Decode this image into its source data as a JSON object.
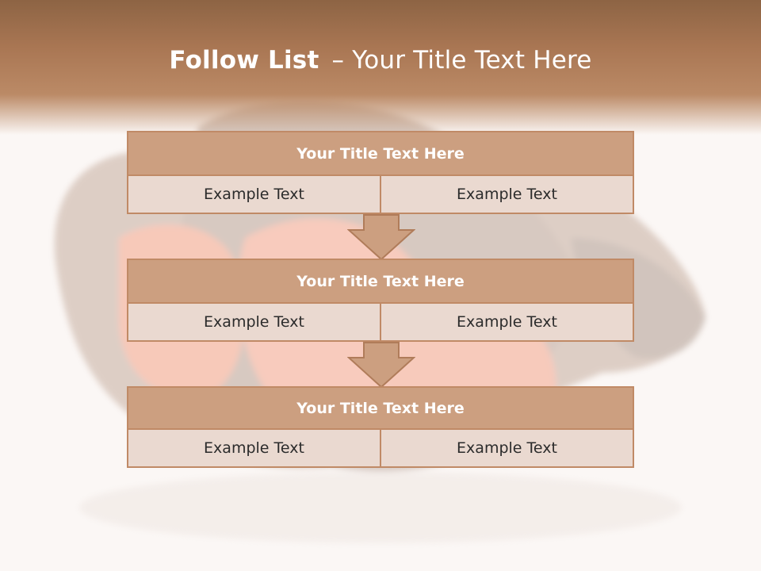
{
  "slide": {
    "title_bold": "Follow List",
    "title_sep": "–",
    "title_rest": "Your Title Text Here"
  },
  "colors": {
    "header": "#a97653",
    "box_title": "#cc9f80",
    "box_cell": "#ead9d0",
    "border": "#c08a66"
  },
  "blocks": [
    {
      "title": "Your Title Text Here",
      "cells": [
        "Example Text",
        "Example Text"
      ]
    },
    {
      "title": "Your Title Text Here",
      "cells": [
        "Example Text",
        "Example Text"
      ]
    },
    {
      "title": "Your Title Text Here",
      "cells": [
        "Example Text",
        "Example Text"
      ]
    }
  ]
}
